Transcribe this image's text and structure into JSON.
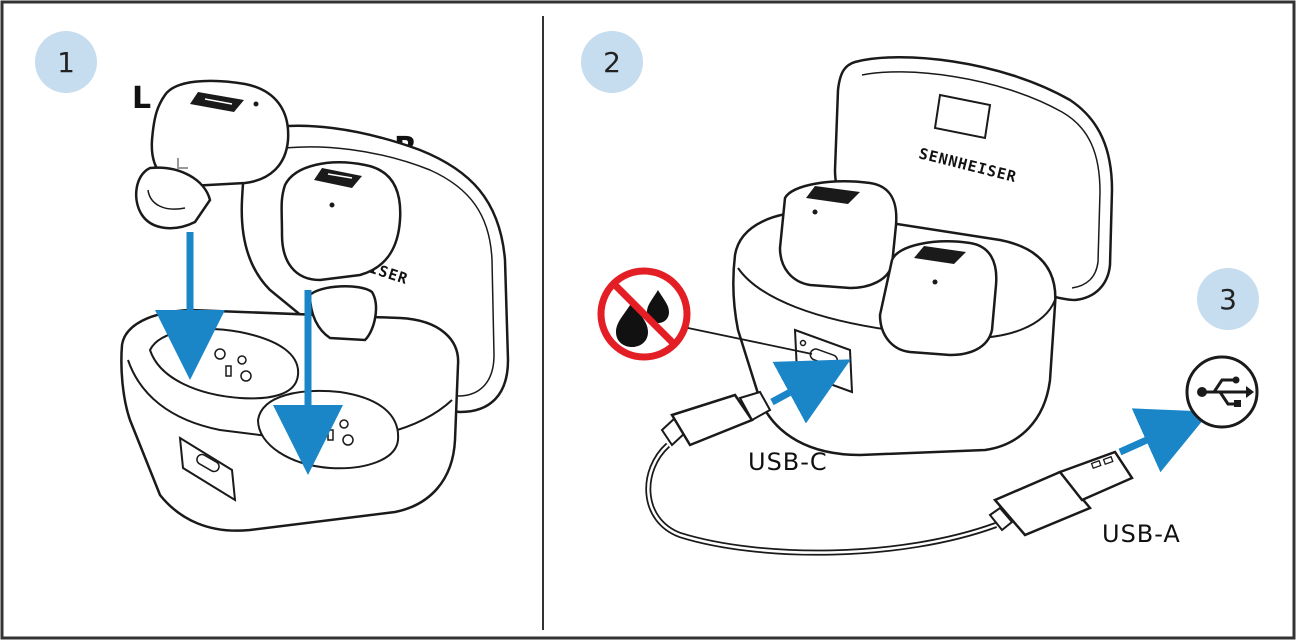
{
  "steps": {
    "step1": "1",
    "step2": "2",
    "step3": "3"
  },
  "labels": {
    "left": "L",
    "right": "R",
    "usb_c": "USB-C",
    "usb_a": "USB-A",
    "brand": "SENNHEISER",
    "brand_partial": "ISER"
  },
  "colors": {
    "arrow": "#1a86c8",
    "step_badge": "#c6dcef",
    "warning_red": "#e31e24",
    "line": "#1a1a1a"
  },
  "icons": {
    "no_water": "no-water-icon",
    "usb": "usb-icon"
  }
}
